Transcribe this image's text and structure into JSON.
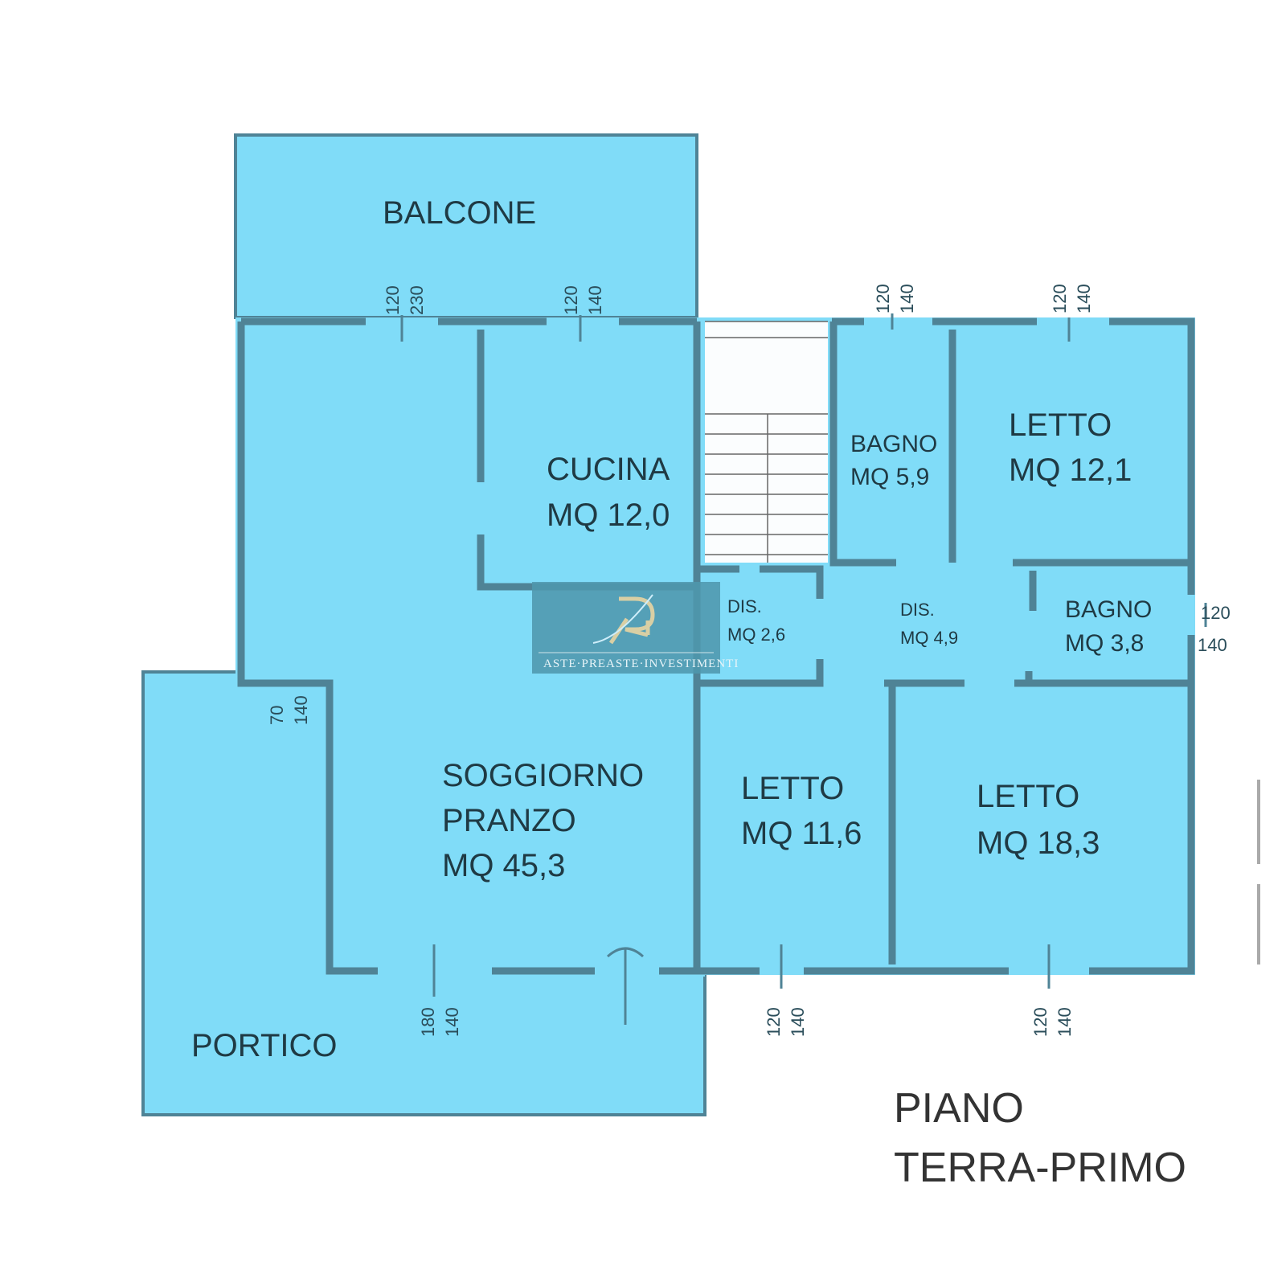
{
  "plan": {
    "title_line1": "PIANO",
    "title_line2": "TERRA-PRIMO",
    "rooms": {
      "balcone": "BALCONE",
      "cucina_name": "CUCINA",
      "cucina_area": "MQ 12,0",
      "bagno1_name": "BAGNO",
      "bagno1_area": "MQ 5,9",
      "letto1_name": "LETTO",
      "letto1_area": "MQ 12,1",
      "dis1_name": "DIS.",
      "dis1_area": "MQ 2,6",
      "dis2_name": "DIS.",
      "dis2_area": "MQ 4,9",
      "bagno2_name": "BAGNO",
      "bagno2_area": "MQ 3,8",
      "soggiorno_name1": "SOGGIORNO",
      "soggiorno_name2": "PRANZO",
      "soggiorno_area": "MQ 45,3",
      "letto2_name": "LETTO",
      "letto2_area": "MQ 11,6",
      "letto3_name": "LETTO",
      "letto3_area": "MQ 18,3",
      "portico": "PORTICO"
    },
    "dimensions": {
      "d1": "120",
      "d1b": "230",
      "d2": "120",
      "d2b": "140",
      "d3": "120",
      "d3b": "140",
      "d4": "120",
      "d4b": "140",
      "d5": "120",
      "d5b": "140",
      "d6": "70",
      "d6b": "140",
      "d7": "180",
      "d7b": "140",
      "d8": "120",
      "d8b": "140",
      "d9": "120",
      "d9b": "140"
    },
    "watermark": "ASTE·PREASTE·INVESTIMENTI",
    "watermark_logo": "RI"
  },
  "colors": {
    "room_fill": "#80dcf8",
    "wall": "#4f8396",
    "watermark_bg": "#4f97ad"
  }
}
